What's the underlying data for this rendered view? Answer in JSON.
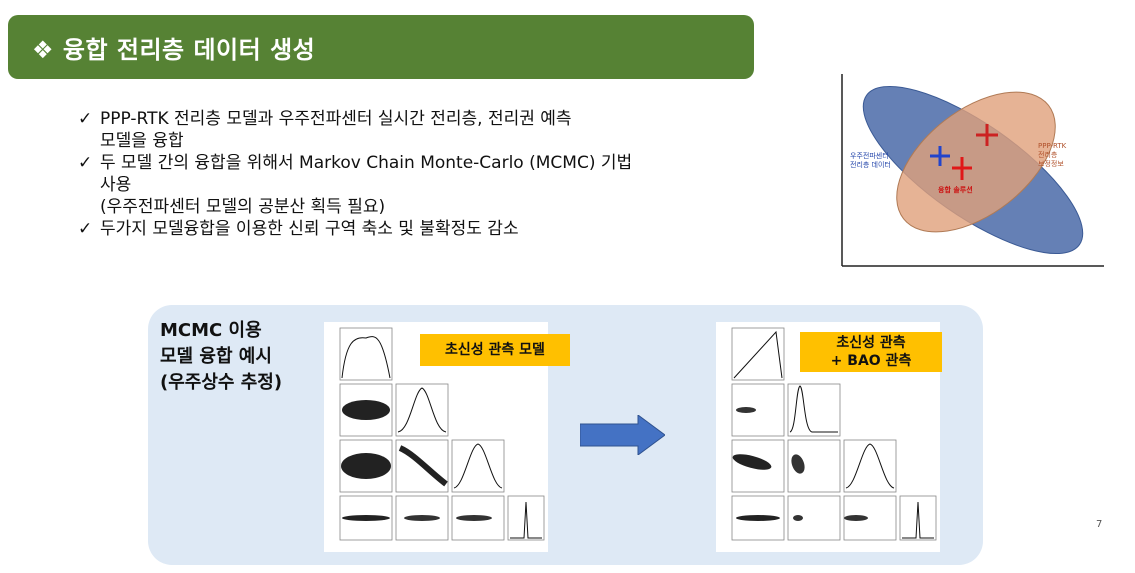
{
  "header": {
    "icon": "diamond-bullet-icon",
    "title": "❖ 융합 전리층 데이터 생성"
  },
  "bullets": [
    {
      "check": "✓",
      "lines": [
        "PPP-RTK 전리층 모델과 우주전파센터 실시간 전리층, 전리권 예측",
        "모델을 융합"
      ]
    },
    {
      "check": "✓",
      "lines": [
        "두 모델 간의 융합을 위해서 Markov Chain Monte-Carlo (MCMC) 기법",
        "사용",
        "(우주전파센터 모델의 공분산 획득 필요)"
      ]
    },
    {
      "check": "✓",
      "lines": [
        "두가지 모델융합을 이용한 신뢰 구역 축소 및 불확정도 감소"
      ]
    }
  ],
  "fusion_figure": {
    "left_label_line1": "우주전파센터",
    "left_label_line2": "전리층 데이터",
    "right_label_line1": "PPP-RTK",
    "right_label_line2": "전리층",
    "right_label_line3": "보정정보",
    "center_label": "융합 솔루션",
    "colors": {
      "blue_ellipse": "#4a6aa8",
      "orange_ellipse": "#e0a07a",
      "red_cross": "#cc2222",
      "blue_cross": "#2244cc"
    }
  },
  "mcmc": {
    "label_line1": "MCMC 이용",
    "label_line2": "모델 융합 예시",
    "label_line3": "(우주상수 추정)",
    "left_tag": "초신성 관측 모델",
    "right_tag_line1": "초신성 관측",
    "right_tag_line2": "+ BAO 관측",
    "arrow_icon": "right-arrow-icon"
  },
  "page_number": "7",
  "colors": {
    "title_bar": "#568234",
    "panel_bg": "#dee9f5",
    "tag_bg": "#ffc000",
    "arrow": "#4472c4"
  }
}
